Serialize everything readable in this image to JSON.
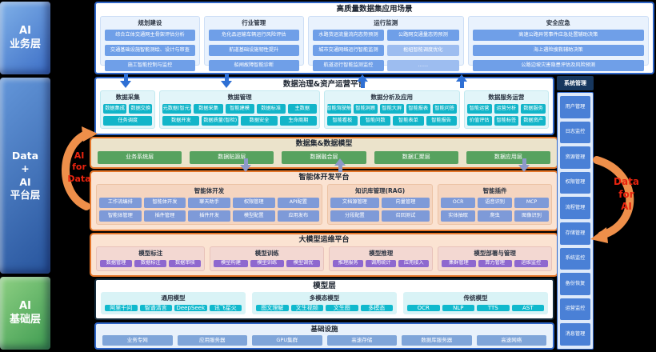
{
  "palette": {
    "border_blue": "#2f66c8",
    "chip_blue": "#6f9fe8",
    "chip_teal": "#12b5c9",
    "chip_green": "#57a25f",
    "band_orange": "#e4762a",
    "chip_slate_blue": "#7e9ad8",
    "chip_purple": "#8e68cf",
    "chip_cyan": "#10b9cd",
    "chip_infra": "#7fa5d9",
    "sidebar_chip": "#4a80d6",
    "annotation_orange": "#ee8f4a",
    "annotation_red": "#e8230e"
  },
  "left_rail": {
    "layers": [
      {
        "lines": [
          "AI",
          "业务层"
        ]
      },
      {
        "lines": [
          "Data",
          "+",
          "AI",
          "平台层"
        ]
      },
      {
        "lines": [
          "AI",
          "基础层"
        ]
      }
    ]
  },
  "scenario_band": {
    "title": "高质量数据集应用场景",
    "columns": [
      {
        "title": "规划建设",
        "items": [
          "综合立体交通网主骨架评估分析",
          "交通基础设施智能测绘、设计与审查",
          "施工智能控制与监控"
        ]
      },
      {
        "title": "行业管理",
        "items": [
          "危化品运输车辆运行风险评估",
          "航道基础设施韧性提升",
          "船闸故障智能诊断"
        ]
      },
      {
        "title": "运行监测",
        "items_left": [
          "水路货运流量流向态势预测",
          "城市交通网络运行智能监测",
          "航道运行智能监测监控"
        ],
        "items_right": [
          "公路网交通量态势预测"
        ],
        "items_right_light": [
          "枢纽智能调度优化",
          "……"
        ]
      },
      {
        "title": "安全应急",
        "items": [
          "高速公路异常事件应急处置辅助决策",
          "海上遇险搜救辅助决策",
          "公路边坡灾害隐患评估及风险预测"
        ]
      }
    ]
  },
  "governance_band": {
    "title": "数据治理&资产运营平台",
    "sections": [
      {
        "title": "数据采集",
        "rows": [
          [
            "数据集成",
            "数据交换"
          ],
          [
            "任务调度"
          ]
        ]
      },
      {
        "title": "数据管理",
        "rows": [
          [
            "元数据(智元)",
            "数据采集",
            "智能建模",
            "数据标准",
            "主数据"
          ],
          [
            "数据开发",
            "数据质量(智检)",
            "数据安全",
            "生命周期"
          ]
        ]
      },
      {
        "title": "数据分析及应用",
        "rows": [
          [
            "智能驾驶舱",
            "智能洞察",
            "智能大屏",
            "智能报表",
            "智能问答"
          ],
          [
            "智能看板",
            "智能问数",
            "智能表单",
            "智能报告"
          ]
        ]
      },
      {
        "title": "数据服务运营",
        "rows": [
          [
            "智能运营",
            "运营分析",
            "数据服务"
          ],
          [
            "价值评估",
            "智能标签",
            "数据资产"
          ]
        ]
      }
    ]
  },
  "dataset_band": {
    "title": "数据集&数据模型",
    "items": [
      "业务系统层",
      "数据贴源层",
      "数据融合层",
      "数据汇聚层",
      "数据应用层"
    ]
  },
  "agent_band": {
    "title": "智能体开发平台",
    "sections": [
      {
        "title": "智能体开发",
        "rows": [
          [
            "工作流编排",
            "智能体开发",
            "聊天助手",
            "权限管理",
            "API配置"
          ],
          [
            "智能体管理",
            "插件管理",
            "插件开发",
            "模型配置",
            "应用发布"
          ]
        ]
      },
      {
        "title": "知识库管理(RAG)",
        "rows": [
          [
            "文档源管理",
            "向量管理"
          ],
          [
            "分段配置",
            "召回测试"
          ]
        ]
      },
      {
        "title": "智能插件",
        "rows": [
          [
            "OCR",
            "语音识别",
            "MCP"
          ],
          [
            "实体抽取",
            "爬虫",
            "图像识别"
          ]
        ]
      }
    ]
  },
  "llmops_band": {
    "title": "大模型运维平台",
    "sections": [
      {
        "title": "模型标注",
        "rows": [
          [
            "数据管理",
            "数据标注",
            "数据审核"
          ]
        ]
      },
      {
        "title": "模型训练",
        "rows": [
          [
            "模型构建",
            "模型训练",
            "模型调优"
          ]
        ]
      },
      {
        "title": "模型推理",
        "rows": [
          [
            "推理服务",
            "调用统计",
            "应用接入"
          ]
        ]
      },
      {
        "title": "模型部署与管理",
        "rows": [
          [
            "集群管理",
            "算力管理",
            "运维监控"
          ]
        ]
      }
    ]
  },
  "model_band": {
    "title": "模型层",
    "sections": [
      {
        "title": "通用模型",
        "rows": [
          [
            "阿里千问",
            "智谱清言",
            "DeepSeek",
            "讯飞星火"
          ]
        ]
      },
      {
        "title": "多模态模型",
        "rows": [
          [
            "图文理解",
            "文生视频",
            "文生图",
            "多模态"
          ]
        ]
      },
      {
        "title": "传统模型",
        "rows": [
          [
            "OCR",
            "NLP",
            "TTS",
            "AST"
          ]
        ]
      }
    ]
  },
  "infra_band": {
    "title": "基础设施",
    "items": [
      "业务专网",
      "应用服务器",
      "GPU集群",
      "高速存储",
      "数据库服务器",
      "高速网络"
    ]
  },
  "system_panel": {
    "title": "系统管理",
    "items": [
      "用户管理",
      "日志监控",
      "资源管理",
      "权限管理",
      "流程管理",
      "存储管理",
      "系统监控",
      "备份恢复",
      "运营监控",
      "消息管理"
    ]
  },
  "annotations": {
    "left_arrow": [
      "AI",
      "for",
      "Data"
    ],
    "right_arrow": [
      "Data",
      "for",
      "AI"
    ]
  }
}
